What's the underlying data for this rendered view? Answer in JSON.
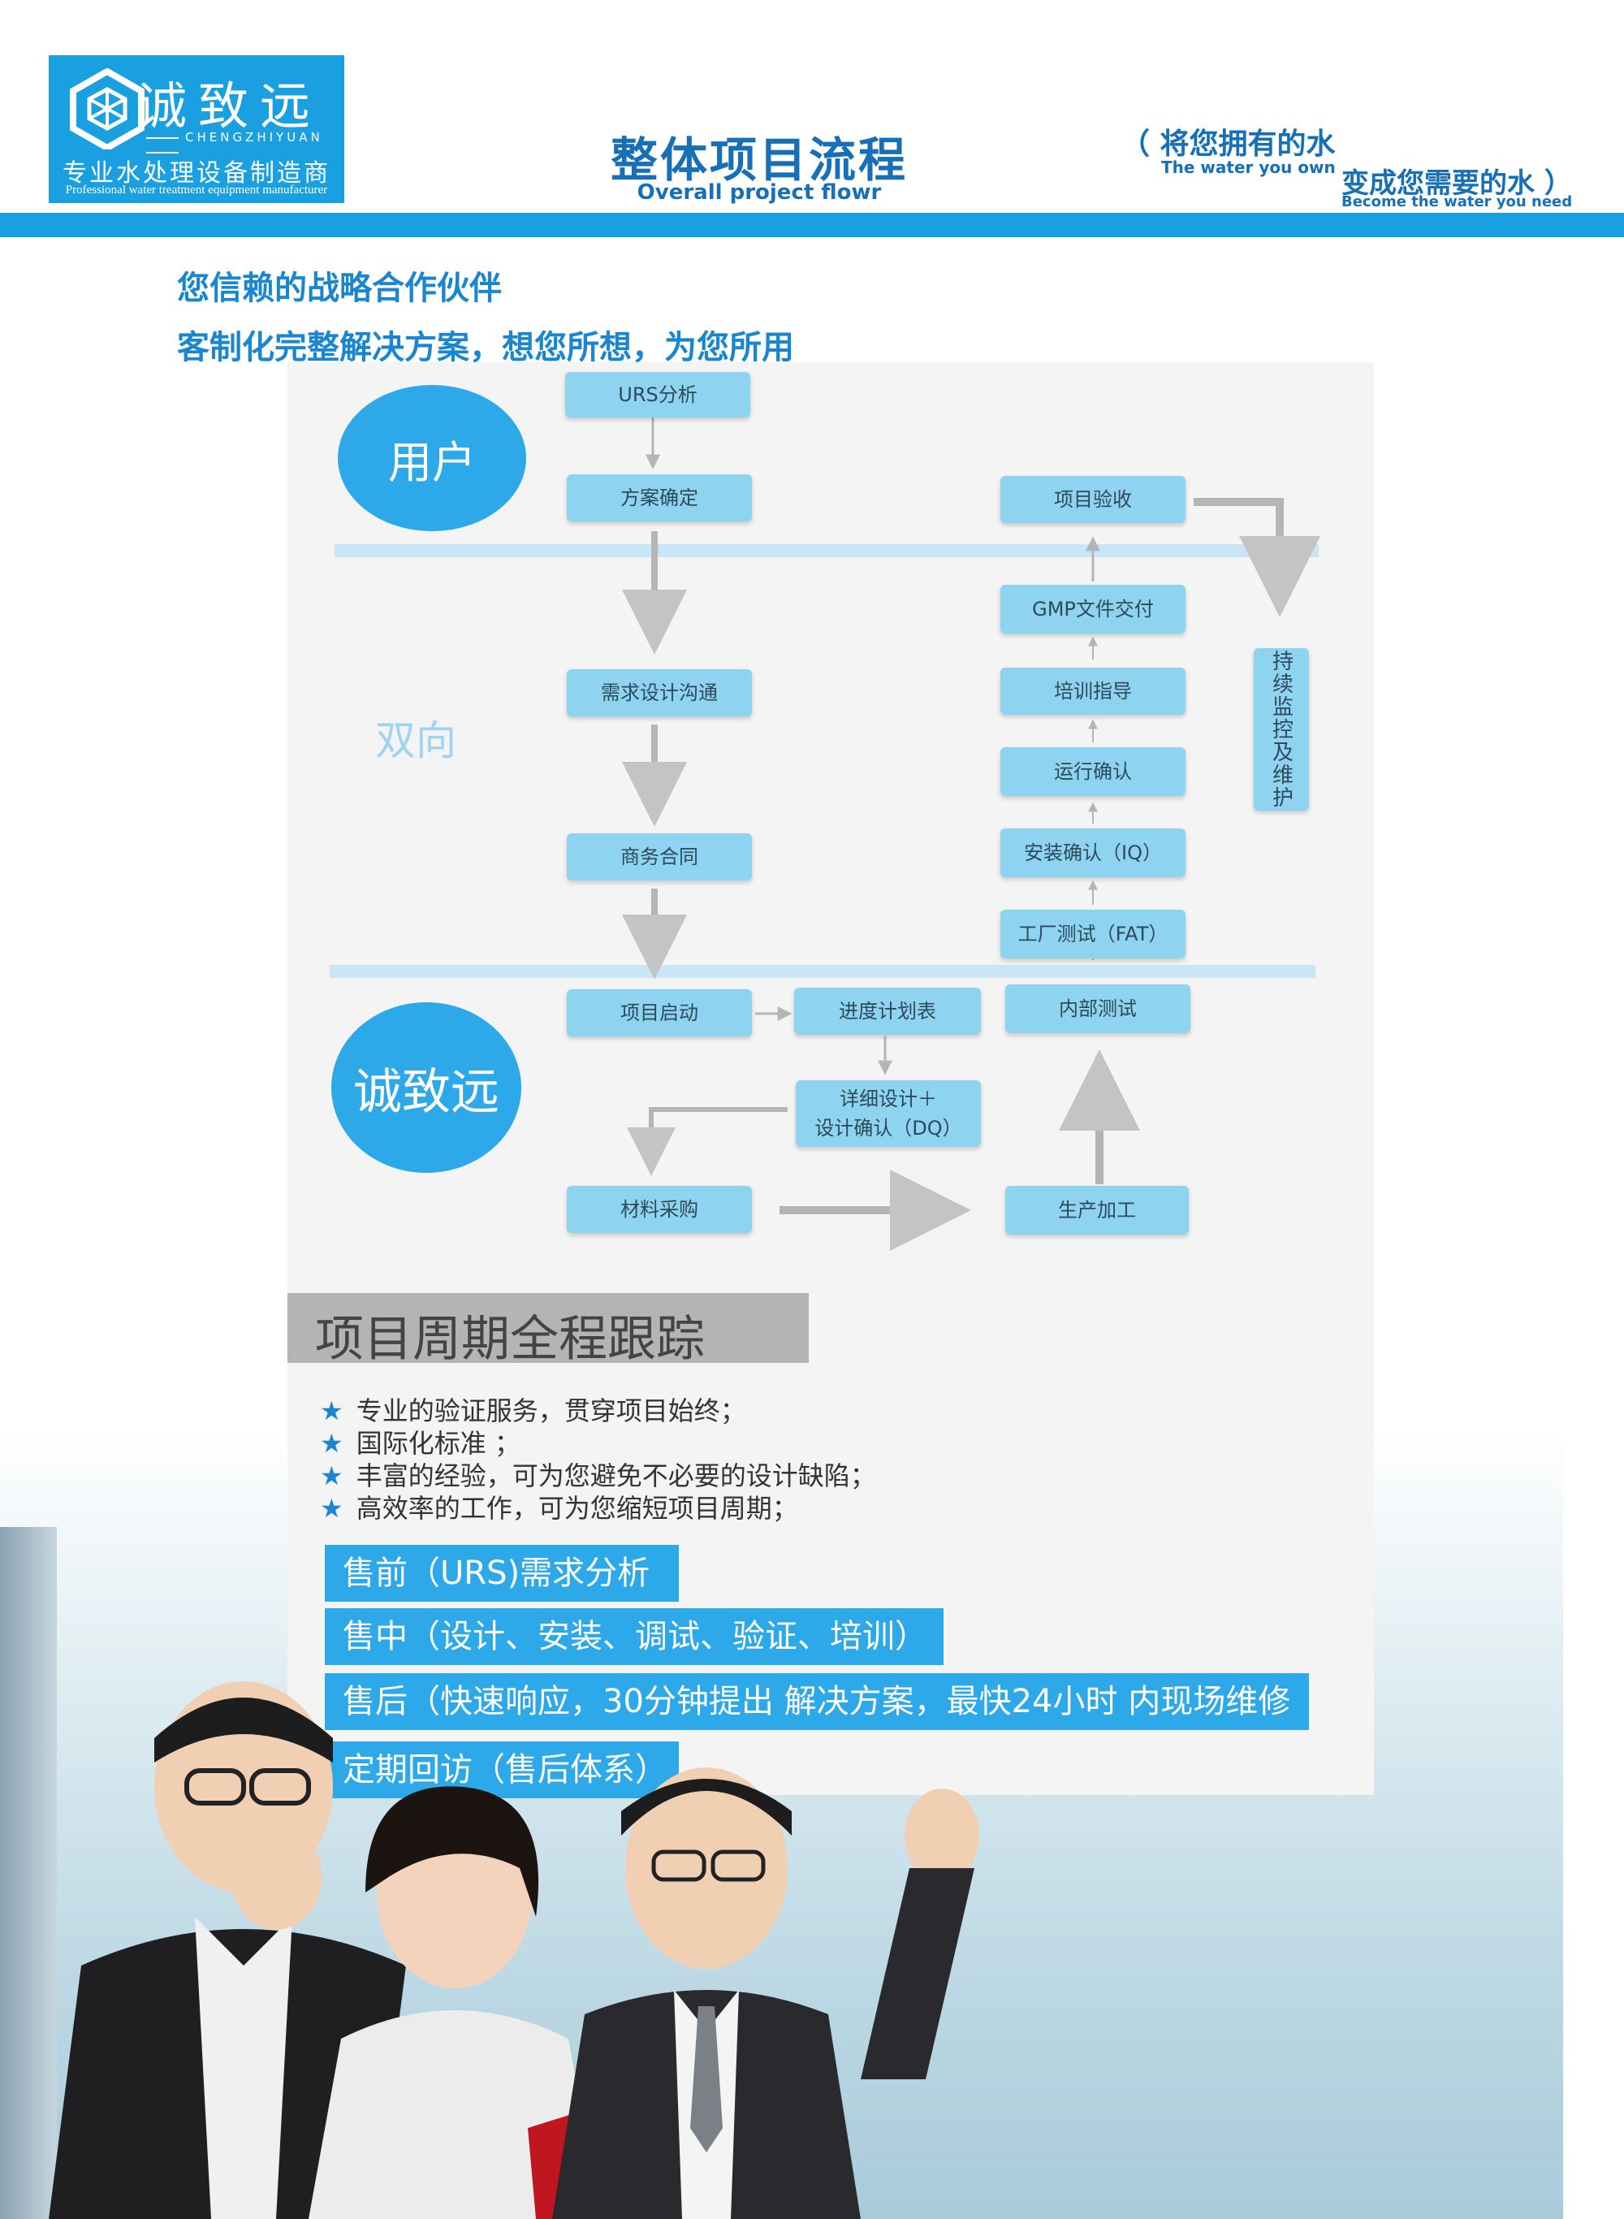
{
  "header": {
    "logo": {
      "name": "诚致远",
      "pinyin": "CHENGZHIYUAN",
      "tagline_cn": "专业水处理设备制造商",
      "tagline_en": "Professional water treatment equipment manufacturer"
    },
    "title": "整体项目流程",
    "subtitle": "Overall project flowr",
    "slogan": {
      "line1_cn": "（ 将您拥有的水",
      "line1_en": "The water you own",
      "line2_cn": "变成您需要的水 ）",
      "line2_en": "Become the water you need"
    }
  },
  "tagline": {
    "line1": "您信赖的战略合作伙伴",
    "line2": "客制化完整解决方案，想您所想，为您所用"
  },
  "flow": {
    "user_label": "用户",
    "middle_label": "双向",
    "company_label": "诚致远",
    "nodes": {
      "urs": "URS分析",
      "plan": "方案确定",
      "design_comm": "需求设计沟通",
      "contract": "商务合同",
      "kickoff": "项目启动",
      "schedule": "进度计划表",
      "detail_design_1": "详细设计＋",
      "detail_design_2": "设计确认（DQ）",
      "purchase": "材料采购",
      "production": "生产加工",
      "internal_test": "内部测试",
      "fat": "工厂测试（FAT）",
      "iq": "安装确认（IQ）",
      "oq": "运行确认",
      "training": "培训指导",
      "gmp": "GMP文件交付",
      "acceptance": "项目验收",
      "monitor": "持续监控及维护"
    }
  },
  "tracking": {
    "title": "项目周期全程跟踪",
    "bullets": [
      "专业的验证服务，贯穿项目始终；",
      "国际化标准  ；",
      "丰富的经验，可为您避免不必要的设计缺陷；",
      "高效率的工作，可为您缩短项目周期；"
    ],
    "services": [
      "售前（URS)需求分析",
      "售中（设计、安装、调试、验证、培训）",
      "售后（快速响应，30分钟提出 解决方案，最快24小时 内现场维修",
      "定期回访（售后体系）"
    ]
  },
  "colors": {
    "brand_blue": "#1a9fe0",
    "title_blue": "#1770b5",
    "node_blue": "#8ed3f0",
    "circle_blue": "#2da8e8",
    "arrow_gray": "#b5b5b5"
  }
}
